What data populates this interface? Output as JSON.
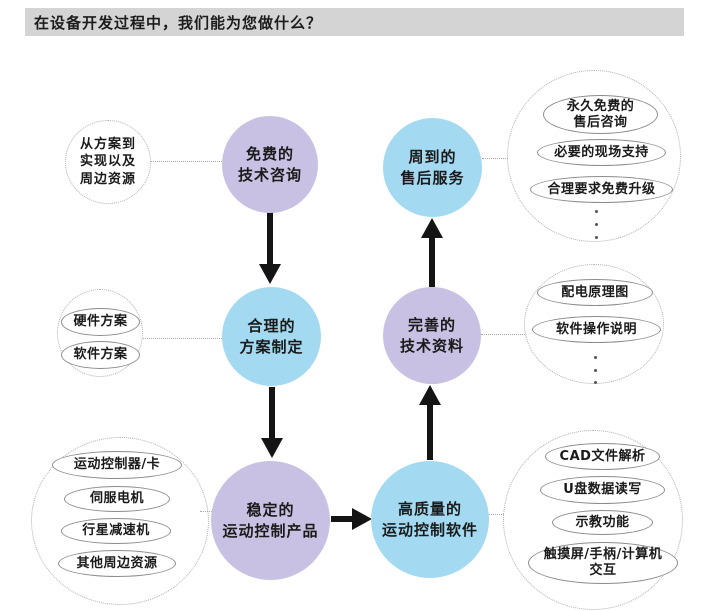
{
  "title": "在设备开发过程中，我们能为您做什么？",
  "colors": {
    "purple": "#c9c1e3",
    "blue": "#a3daf2",
    "titlebar": "#d4d4d4"
  },
  "nodes": {
    "free_consult": {
      "lines": [
        "免费的",
        "技术咨询"
      ]
    },
    "after_sale": {
      "lines": [
        "周到的",
        "售后服务"
      ]
    },
    "plan": {
      "lines": [
        "合理的",
        "方案制定"
      ]
    },
    "docs": {
      "lines": [
        "完善的",
        "技术资料"
      ]
    },
    "products": {
      "lines": [
        "稳定的",
        "运动控制产品"
      ]
    },
    "software": {
      "lines": [
        "高质量的",
        "运动控制软件"
      ]
    }
  },
  "groups": {
    "left_top": {
      "lines": [
        "从方案到",
        "实现以及",
        "周边资源"
      ]
    },
    "left_mid": {
      "items": [
        {
          "lines": [
            "硬件方案"
          ]
        },
        {
          "lines": [
            "软件方案"
          ]
        }
      ]
    },
    "left_bottom": {
      "items": [
        {
          "lines": [
            "运动控制器/卡"
          ]
        },
        {
          "lines": [
            "伺服电机"
          ]
        },
        {
          "lines": [
            "行星减速机"
          ]
        },
        {
          "lines": [
            "其他周边资源"
          ]
        }
      ]
    },
    "right_top": {
      "items": [
        {
          "lines": [
            "永久免费的",
            "售后咨询"
          ]
        },
        {
          "lines": [
            "必要的现场支持"
          ]
        },
        {
          "lines": [
            "合理要求免费升级"
          ]
        }
      ]
    },
    "right_mid": {
      "items": [
        {
          "lines": [
            "配电原理图"
          ]
        },
        {
          "lines": [
            "软件操作说明"
          ]
        }
      ]
    },
    "right_bottom": {
      "items": [
        {
          "lines": [
            "CAD文件解析"
          ]
        },
        {
          "lines": [
            "U盘数据读写"
          ]
        },
        {
          "lines": [
            "示教功能"
          ]
        },
        {
          "lines": [
            "触摸屏/手柄/计算机",
            "交互"
          ]
        }
      ]
    }
  }
}
